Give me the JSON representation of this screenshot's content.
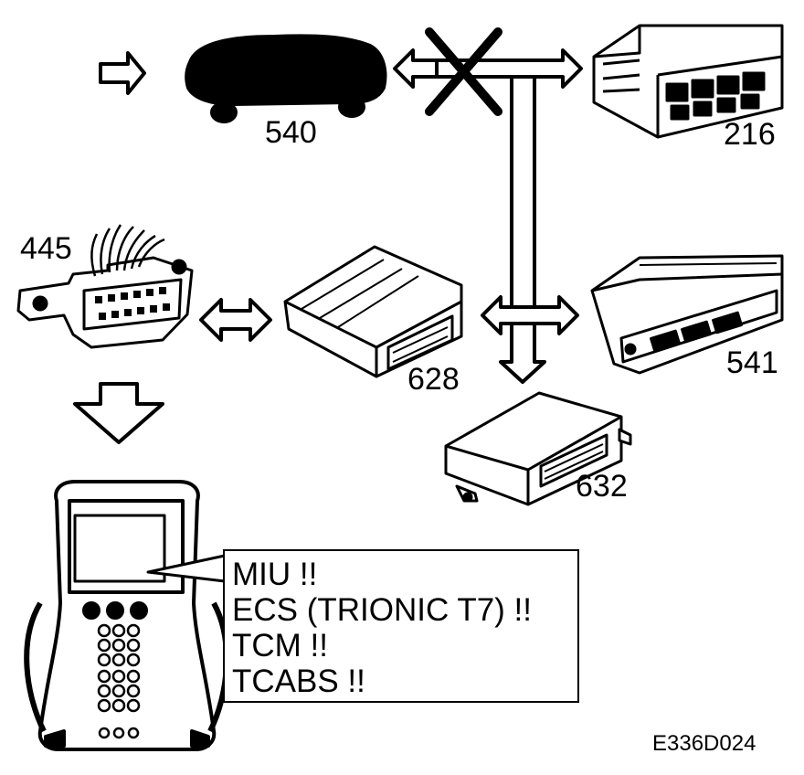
{
  "labels": {
    "l540": "540",
    "l216": "216",
    "l445": "445",
    "l628": "628",
    "l541": "541",
    "l632": "632"
  },
  "callout_lines": [
    "MIU !!",
    "ECS (TRIONIC T7) !!",
    "TCM !!",
    "TCABS !!"
  ],
  "figure_code": "E336D024"
}
